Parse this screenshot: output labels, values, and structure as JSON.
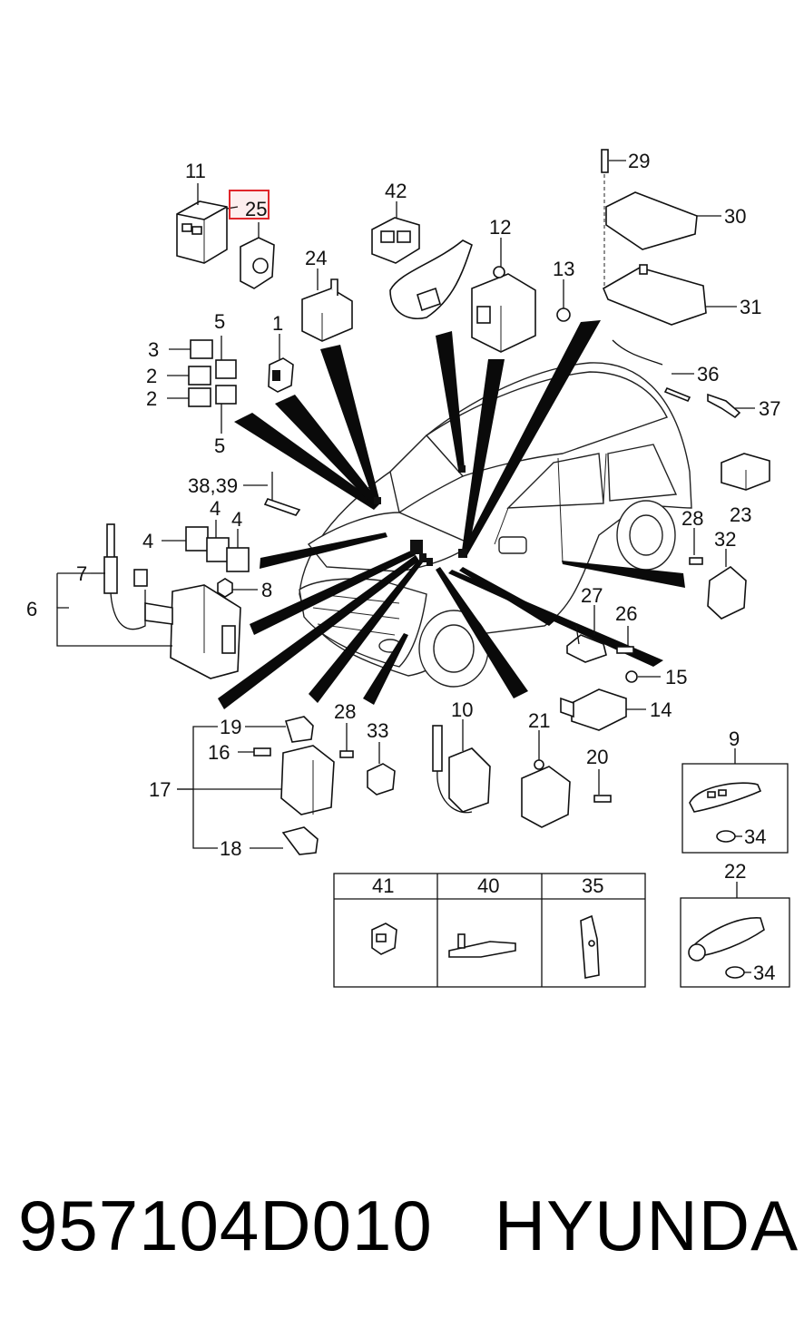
{
  "footer": {
    "part_number": "957104D010",
    "brand": "HYUNDAI"
  },
  "highlight_color": "#e0262b",
  "callouts": {
    "c1": "1",
    "c2a": "2",
    "c2b": "2",
    "c3": "3",
    "c4a": "4",
    "c4b": "4",
    "c4c": "4",
    "c5a": "5",
    "c5b": "5",
    "c6": "6",
    "c7": "7",
    "c8": "8",
    "c9": "9",
    "c10": "10",
    "c11": "11",
    "c12": "12",
    "c13": "13",
    "c14": "14",
    "c15": "15",
    "c16": "16",
    "c17": "17",
    "c18": "18",
    "c19": "19",
    "c20": "20",
    "c21": "21",
    "c22": "22",
    "c23": "23",
    "c24": "24",
    "c25": "25",
    "c26": "26",
    "c27": "27",
    "c28a": "28",
    "c28b": "28",
    "c29": "29",
    "c30": "30",
    "c31": "31",
    "c32": "32",
    "c33": "33",
    "c34a": "34",
    "c34b": "34",
    "c36": "36",
    "c37": "37",
    "c3839": "38,39",
    "c42": "42"
  },
  "table": {
    "headers": [
      "41",
      "40",
      "35"
    ]
  }
}
